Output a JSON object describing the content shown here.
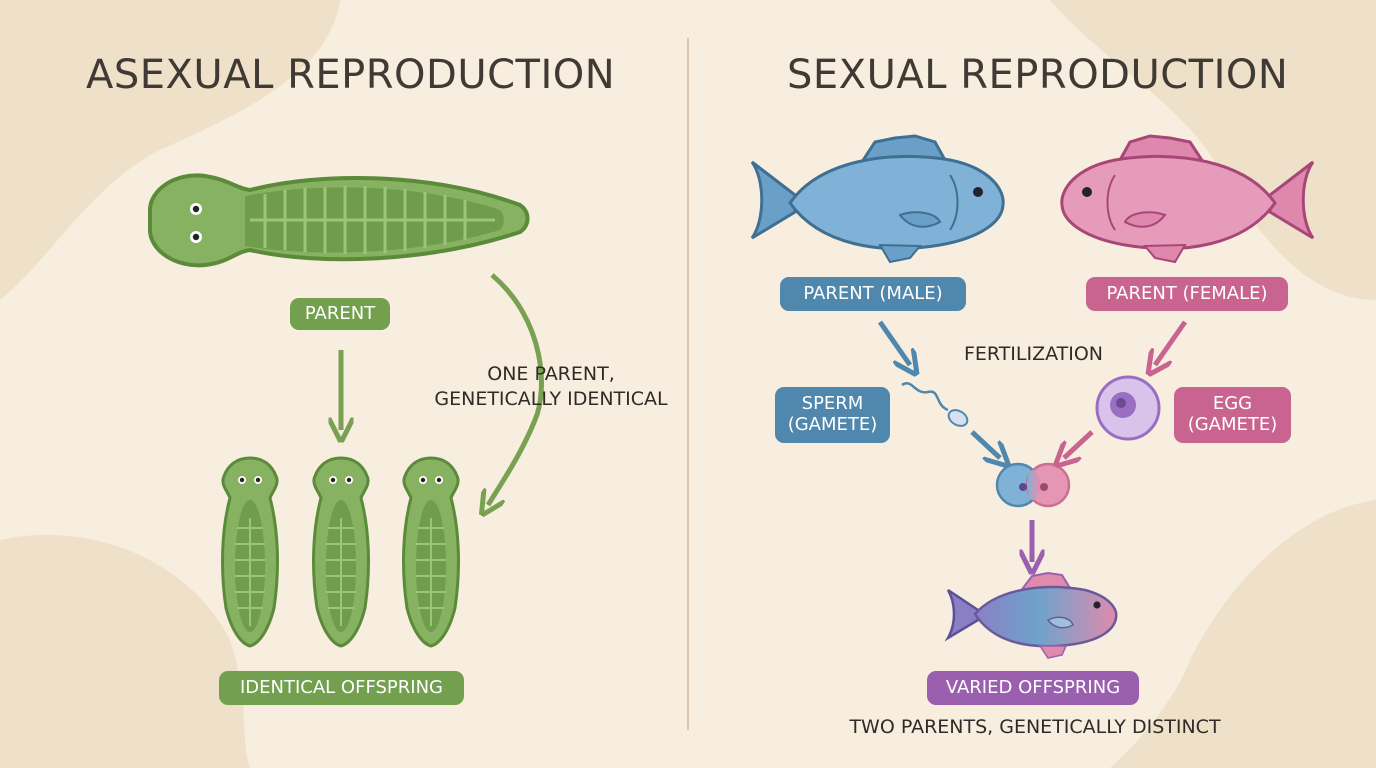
{
  "asexual": {
    "title": "ASEXUAL REPRODUCTION",
    "parent_label": "PARENT",
    "note": "ONE PARENT,\nGENETICALLY IDENTICAL",
    "offspring_label": "IDENTICAL OFFSPRING",
    "accent": "#6f9a4c"
  },
  "sexual": {
    "title": "SEXUAL REPRODUCTION",
    "male_label": "PARENT (MALE)",
    "female_label": "PARENT (FEMALE)",
    "fertilization_label": "FERTILIZATION",
    "sperm_label": "SPERM\n(GAMETE)",
    "egg_label": "EGG\n(GAMETE)",
    "offspring_label": "VARIED OFFSPRING",
    "note": "TWO PARENTS, GENETICALLY DISTINCT",
    "male_color": "#4f87ad",
    "female_color": "#c8648f",
    "offspring_color": "#9a5fae"
  }
}
